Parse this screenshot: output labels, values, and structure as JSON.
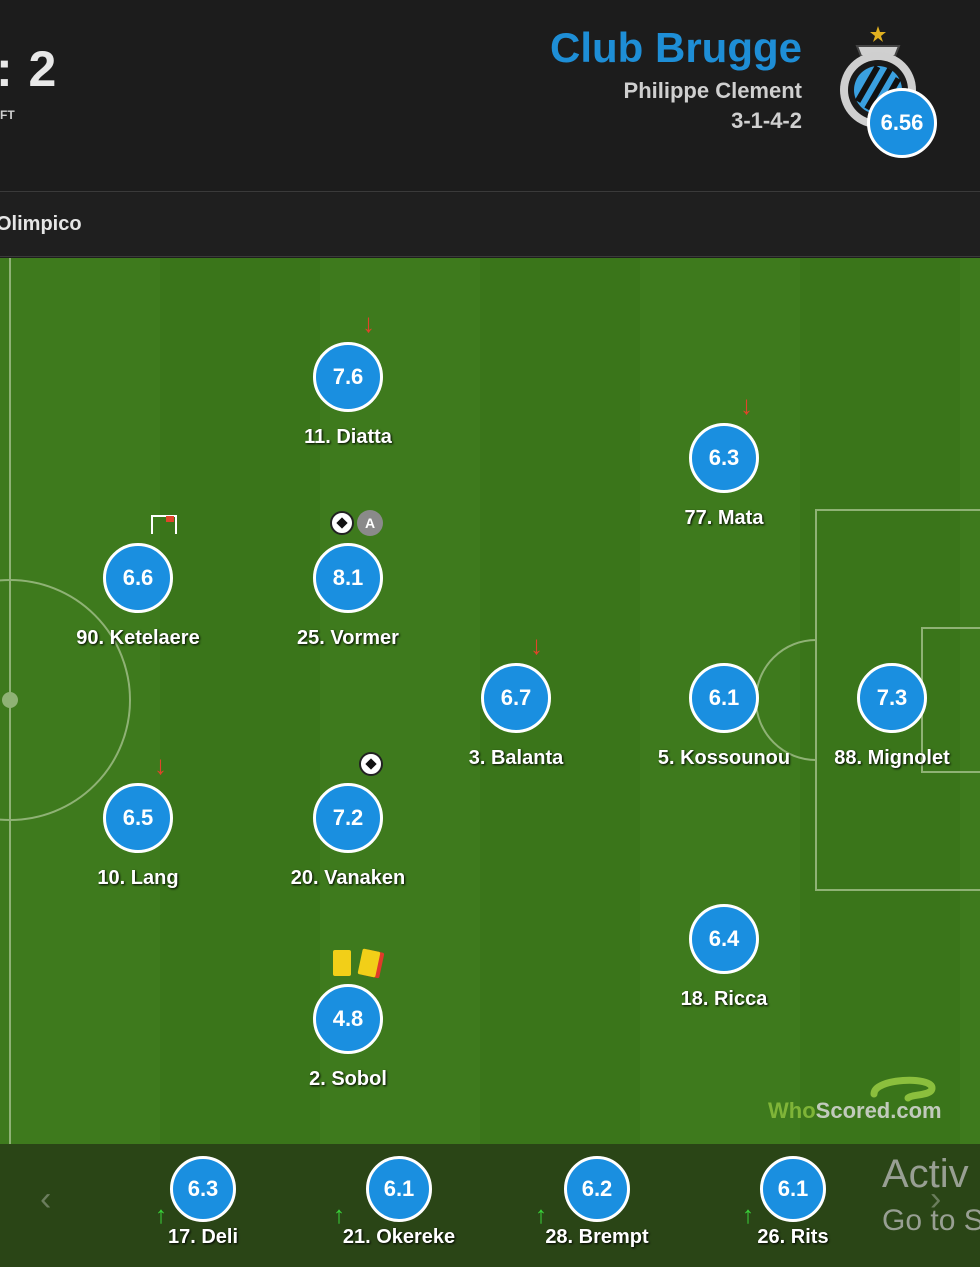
{
  "header": {
    "score": ": 2",
    "status": "FT",
    "team_name": "Club Brugge",
    "manager": "Philippe Clement",
    "formation": "3-1-4-2",
    "team_rating": "6.56"
  },
  "venue": "Olimpico",
  "colors": {
    "rating_bubble": "#1a8fe0",
    "team_name": "#1e8ed6",
    "pitch": "#3e7a1d",
    "sub_off_arrow": "#e0442a",
    "sub_on_arrow": "#39d13a"
  },
  "players": [
    {
      "id": "diatta",
      "rating": "7.6",
      "name": "11. Diatta",
      "events": [
        "subbed-off"
      ]
    },
    {
      "id": "mata",
      "rating": "6.3",
      "name": "77. Mata",
      "events": [
        "subbed-off"
      ]
    },
    {
      "id": "ketelaere",
      "rating": "6.6",
      "name": "90. Ketelaere",
      "events": [
        "corner"
      ]
    },
    {
      "id": "vormer",
      "rating": "8.1",
      "name": "25. Vormer",
      "events": [
        "goal",
        "assist"
      ]
    },
    {
      "id": "balanta",
      "rating": "6.7",
      "name": "3. Balanta",
      "events": [
        "subbed-off"
      ]
    },
    {
      "id": "kossounou",
      "rating": "6.1",
      "name": "5. Kossounou",
      "events": []
    },
    {
      "id": "mignolet",
      "rating": "7.3",
      "name": "88. Mignolet",
      "events": []
    },
    {
      "id": "lang",
      "rating": "6.5",
      "name": "10. Lang",
      "events": [
        "subbed-off"
      ]
    },
    {
      "id": "vanaken",
      "rating": "7.2",
      "name": "20. Vanaken",
      "events": [
        "goal"
      ]
    },
    {
      "id": "ricca",
      "rating": "6.4",
      "name": "18. Ricca",
      "events": []
    },
    {
      "id": "sobol",
      "rating": "4.8",
      "name": "2. Sobol",
      "events": [
        "second-yellow"
      ]
    }
  ],
  "assist_label": "A",
  "substitutes": [
    {
      "rating": "6.3",
      "name": "17. Deli"
    },
    {
      "rating": "6.1",
      "name": "21. Okereke"
    },
    {
      "rating": "6.2",
      "name": "28. Brempt"
    },
    {
      "rating": "6.1",
      "name": "26. Rits"
    }
  ],
  "watermark": {
    "who": "Who",
    "scored": "Scored",
    "dot_com": ".com"
  },
  "nav": {
    "prev": "‹",
    "next": "›"
  },
  "os_overlay": {
    "line1": "Activ",
    "line2": "Go to S"
  }
}
